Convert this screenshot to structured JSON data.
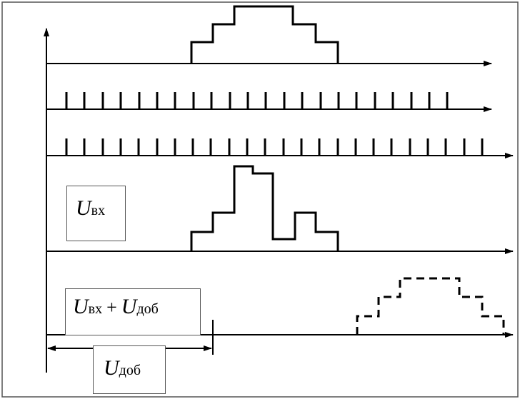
{
  "labels": {
    "input": {
      "main": "U",
      "sub": "вх"
    },
    "sum": {
      "main1": "U",
      "sub1": "вх",
      "op": "+",
      "main2": "U",
      "sub2": "доб"
    },
    "added": {
      "main": "U",
      "sub": "доб"
    }
  },
  "colors": {
    "line": "#000000",
    "frame": "#555555",
    "background": "#ffffff"
  }
}
